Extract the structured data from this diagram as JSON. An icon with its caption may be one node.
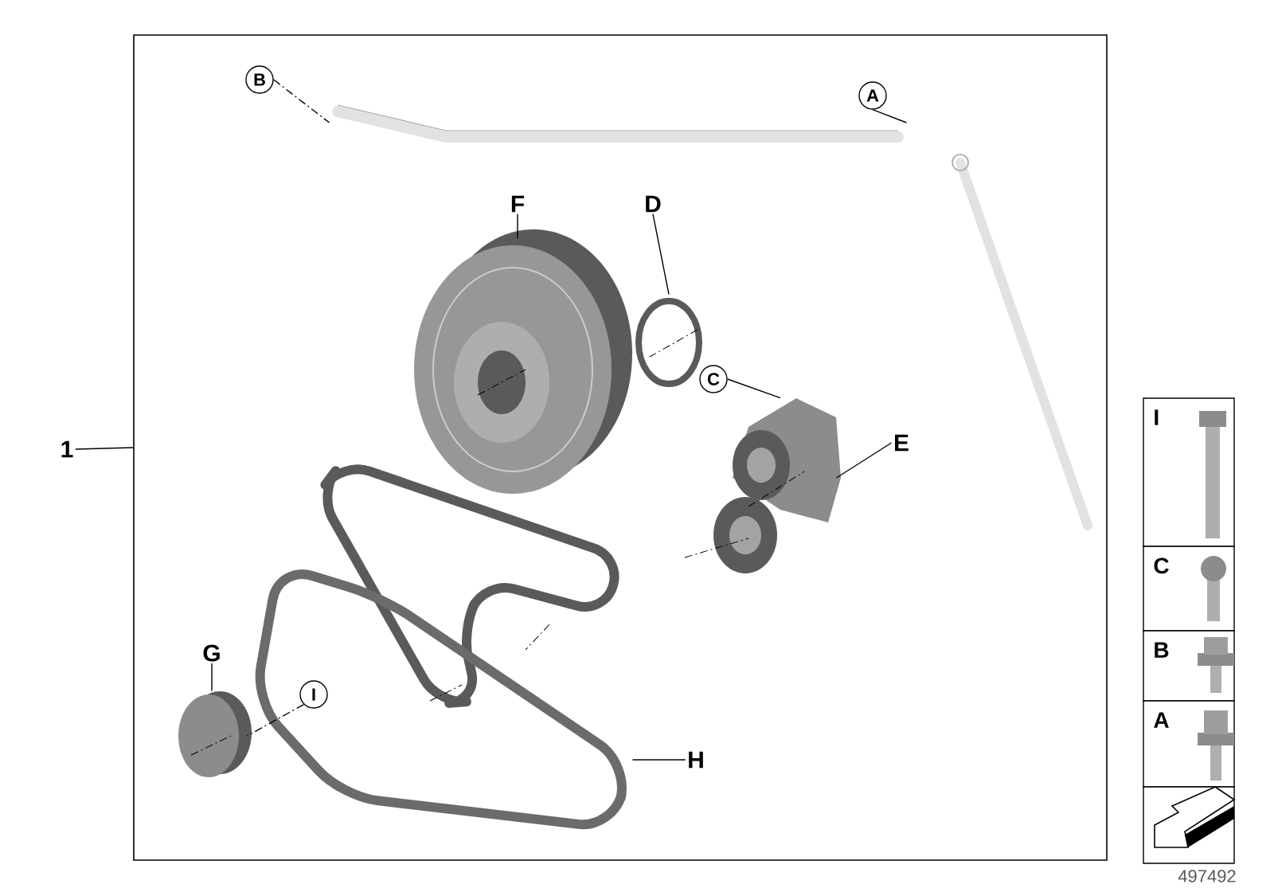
{
  "diagram": {
    "nodes": [
      {
        "text": [
          "1"
        ]
      },
      {
        "text": [],
        "shape": "box"
      },
      {
        "text": [],
        "shape": "picture",
        "in": 1
      },
      {
        "text": [],
        "shape": "picture",
        "in": 1
      },
      {
        "text": [],
        "shape": "picture",
        "in": 1
      },
      {
        "text": [],
        "shape": "picture",
        "in": 1
      },
      {
        "text": [],
        "shape": "picture",
        "in": 1
      },
      {
        "text": [],
        "shape": "picture",
        "in": 1
      },
      {
        "text": [],
        "shape": "picture",
        "in": 1
      },
      {
        "text": [
          "F"
        ],
        "in": 1
      },
      {
        "text": [
          "D"
        ],
        "in": 1
      },
      {
        "text": [
          "E"
        ],
        "in": 1
      },
      {
        "text": [
          "G"
        ],
        "in": 1
      },
      {
        "text": [
          "H"
        ],
        "in": 1
      },
      {
        "text": [
          "A"
        ],
        "in": 1
      },
      {
        "text": [
          "B"
        ],
        "in": 1
      },
      {
        "text": [
          "C"
        ],
        "in": 1
      },
      {
        "text": [
          "I"
        ],
        "in": 7
      },
      {
        "text": [
          "I"
        ]
      },
      {
        "text": [
          "C"
        ]
      },
      {
        "text": [
          "B"
        ]
      },
      {
        "text": [
          "A"
        ]
      },
      {
        "text": [],
        "shape": "box"
      }
    ],
    "edges": [
      {
        "from": 0,
        "to": 1,
        "arrow": "none"
      },
      {
        "from": 9,
        "to": 3,
        "arrow": "none"
      },
      {
        "from": 10,
        "to": 4,
        "arrow": "none"
      },
      {
        "from": 11,
        "to": 5,
        "arrow": "none"
      },
      {
        "from": 12,
        "to": 8,
        "arrow": "none"
      },
      {
        "from": 13,
        "to": 7,
        "arrow": "none"
      },
      {
        "from": 14,
        "to": 2,
        "arrow": "none"
      },
      {
        "from": 15,
        "to": 2,
        "arrow": "none",
        "style": "dashed"
      },
      {
        "from": 16,
        "to": 5,
        "arrow": "none"
      },
      {
        "from": 17,
        "to": 8,
        "arrow": "none",
        "style": "dashed"
      }
    ],
    "labels": [
      "497492"
    ]
  }
}
